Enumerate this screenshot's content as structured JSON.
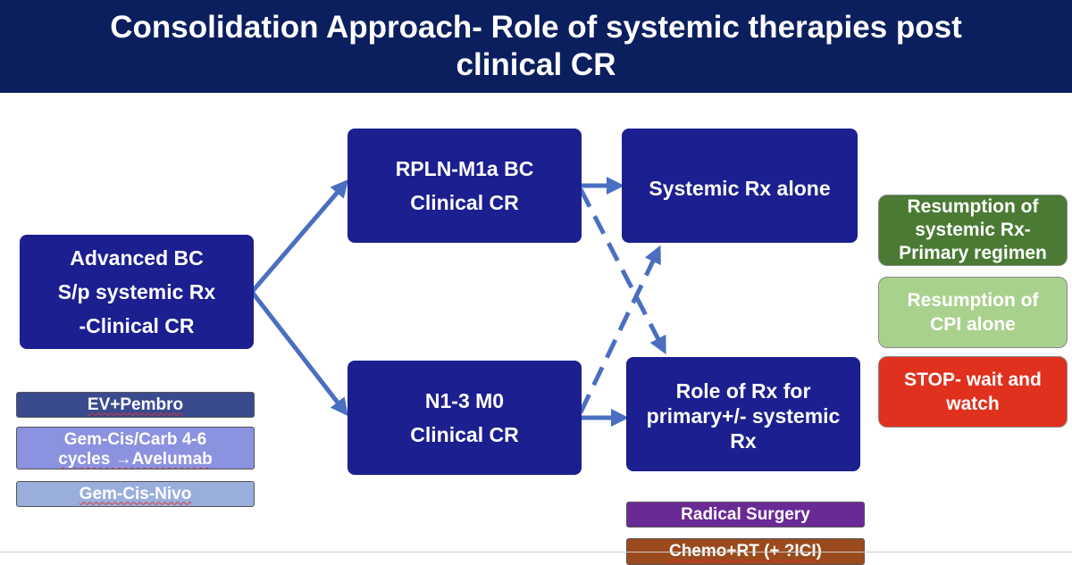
{
  "title": {
    "line1": "Consolidation Approach- Role of systemic therapies post",
    "line2": "clinical CR"
  },
  "nodes": {
    "advanced": {
      "line1": "Advanced BC",
      "line2": "S/p systemic Rx",
      "line3": "-Clinical CR"
    },
    "rpln": {
      "line1": "RPLN-M1a BC",
      "line2": "Clinical CR"
    },
    "n13": {
      "line1": "N1-3 M0",
      "line2": "Clinical CR"
    },
    "systemic_alone": {
      "line1": "Systemic Rx alone"
    },
    "role_rx": {
      "line1": "Role of Rx for",
      "line2": "primary+/- systemic",
      "line3": "Rx"
    }
  },
  "regimens": {
    "ev_pembro": "EV+Pembro",
    "gem_carb_line1": "Gem-Cis/Carb 4-6",
    "gem_carb_line2": "cycles →Avelumab",
    "gem_nivo": "Gem-Cis-Nivo"
  },
  "primary_options": {
    "radical_surgery": "Radical Surgery",
    "chemo_rt": "Chemo+RT (+ ?ICI)"
  },
  "outcomes": {
    "resumption_primary": {
      "line1": "Resumption of",
      "line2": "systemic Rx-",
      "line3": "Primary regimen"
    },
    "resumption_cpi": {
      "line1": "Resumption of",
      "line2": "CPI alone"
    },
    "stop": {
      "line1": "STOP- wait and",
      "line2": "watch"
    }
  },
  "colors": {
    "title_bg": "#0b1f5e",
    "node_navy": "#1b1f8f",
    "arrow": "#4a6fc1",
    "ev_pembro": "#394a8f",
    "gem_carb": "#8b92e0",
    "gem_nivo": "#9aaedc",
    "radical_surgery": "#6a2a96",
    "chemo_rt": "#9a4a1c",
    "resumption_primary": "#4a7a33",
    "resumption_cpi": "#a9d18e",
    "stop": "#e0301e"
  }
}
